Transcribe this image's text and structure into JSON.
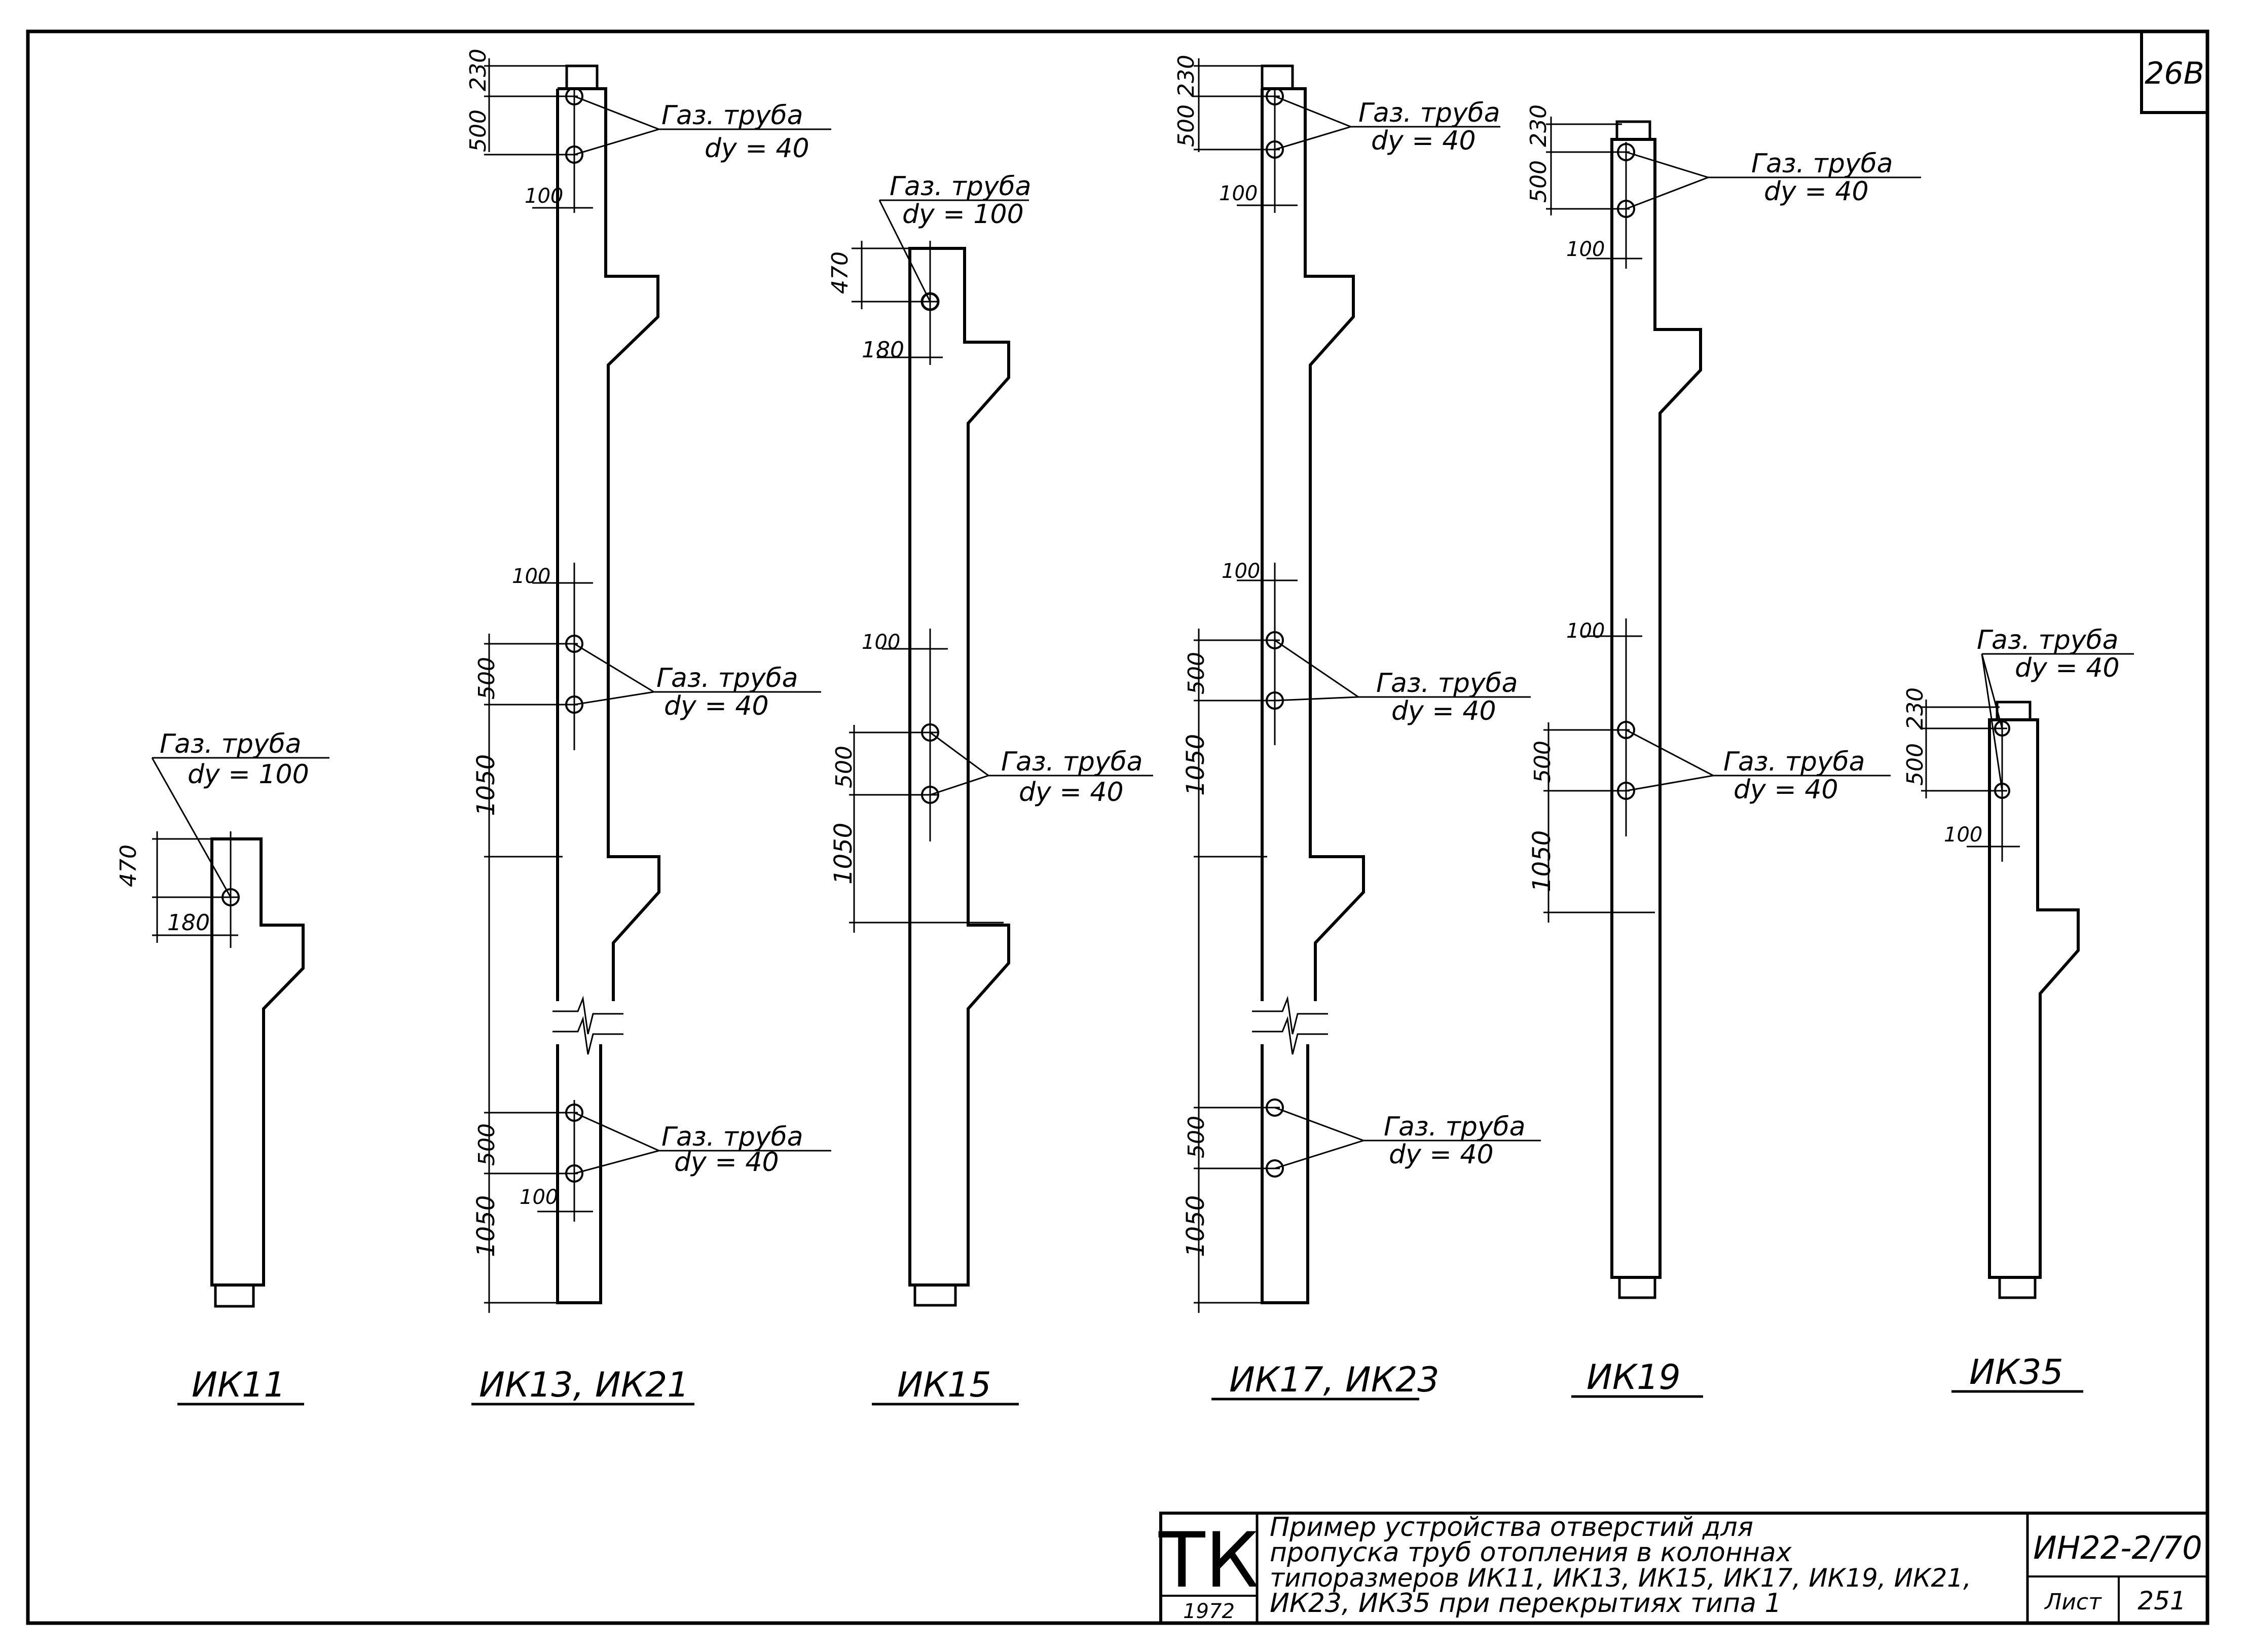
{
  "sheet": {
    "corner_number": "26В"
  },
  "pipe_labels": {
    "label": "Газ. труба",
    "dy40": "dy = 40",
    "dy100": "dy = 100"
  },
  "dims": {
    "d230": "230",
    "d500": "500",
    "d100": "100",
    "d1050": "1050",
    "d470": "470",
    "d180": "180"
  },
  "columns": [
    {
      "name": "ИК11"
    },
    {
      "name": "ИК13, ИК21"
    },
    {
      "name": "ИК15"
    },
    {
      "name": "ИК17, ИК23"
    },
    {
      "name": "ИК19"
    },
    {
      "name": "ИК35"
    }
  ],
  "title_block": {
    "logo": "ТК",
    "year": "1972",
    "title_lines": [
      "Пример устройства отверстий для",
      "пропуска труб отопления в колоннах",
      "типоразмеров ИК11, ИК13, ИК15, ИК17, ИК19, ИК21,",
      "ИК23, ИК35 при перекрытиях типа 1"
    ],
    "doc_code": "ИН22-2/70",
    "sheet_label": "Лист",
    "sheet_number": "251"
  }
}
